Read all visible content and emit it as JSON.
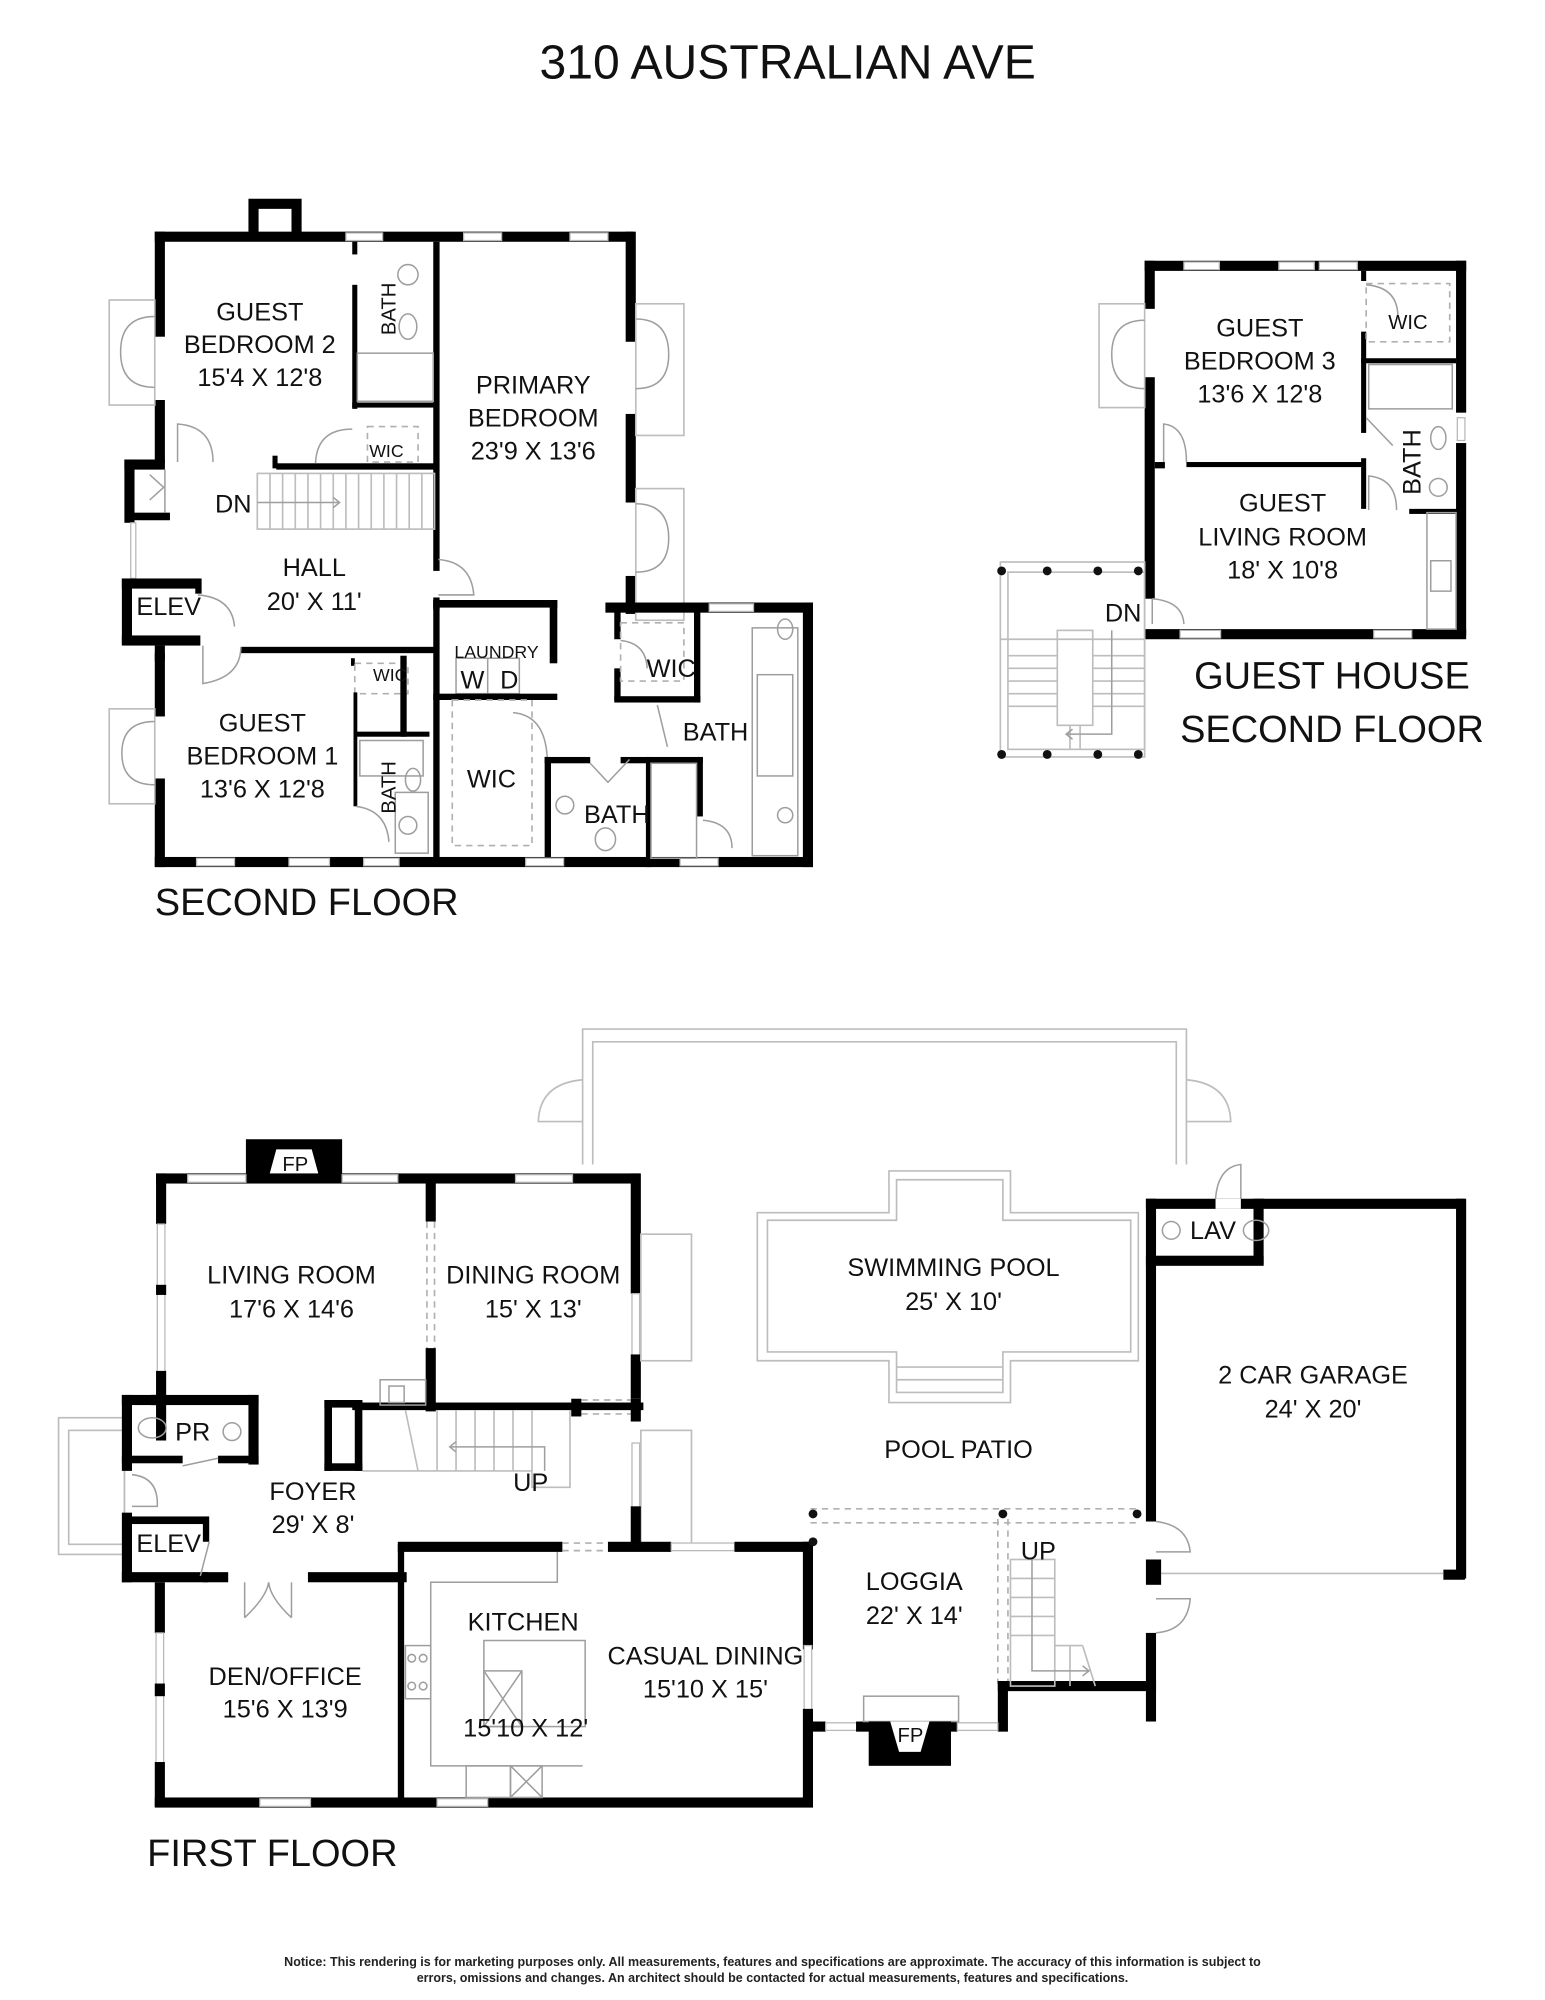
{
  "title": "310 AUSTRALIAN AVE",
  "floors": {
    "second_floor": {
      "label": "SECOND FLOOR",
      "rooms": {
        "guest_bedroom_2": {
          "name_line1": "GUEST",
          "name_line2": "BEDROOM 2",
          "dims": "15'4 X 12'8"
        },
        "bath_a": {
          "name": "BATH"
        },
        "wic_a": {
          "name": "WIC"
        },
        "primary_bedroom": {
          "name_line1": "PRIMARY",
          "name_line2": "BEDROOM",
          "dims": "23'9 X 13'6"
        },
        "hall": {
          "name": "HALL",
          "dims": "20' X 11'"
        },
        "stairs_dn": {
          "name": "DN"
        },
        "elev": {
          "name": "ELEV"
        },
        "laundry": {
          "name": "LAUNDRY",
          "washer": "W",
          "dryer": "D"
        },
        "wic_b": {
          "name": "WIC"
        },
        "wic_c": {
          "name": "WIC"
        },
        "wic_d": {
          "name": "WIC"
        },
        "bath_b": {
          "name": "BATH"
        },
        "bath_c": {
          "name": "BATH"
        },
        "bath_d": {
          "name": "BATH"
        },
        "guest_bedroom_1": {
          "name_line1": "GUEST",
          "name_line2": "BEDROOM 1",
          "dims": "13'6 X 12'8"
        }
      }
    },
    "guest_house_second_floor": {
      "label_line1": "GUEST HOUSE",
      "label_line2": "SECOND FLOOR",
      "rooms": {
        "guest_bedroom_3": {
          "name_line1": "GUEST",
          "name_line2": "BEDROOM 3",
          "dims": "13'6 X 12'8"
        },
        "wic": {
          "name": "WIC"
        },
        "bath": {
          "name": "BATH"
        },
        "guest_living_room": {
          "name_line1": "GUEST",
          "name_line2": "LIVING ROOM",
          "dims": "18' X 10'8"
        },
        "stairs_dn": {
          "name": "DN"
        }
      }
    },
    "first_floor": {
      "label": "FIRST FLOOR",
      "rooms": {
        "living_room": {
          "name": "LIVING ROOM",
          "dims": "17'6 X 14'6"
        },
        "fp_living": {
          "name": "FP"
        },
        "dining_room": {
          "name": "DINING ROOM",
          "dims": "15' X 13'"
        },
        "pr": {
          "name": "PR"
        },
        "foyer": {
          "name": "FOYER",
          "dims": "29' X 8'"
        },
        "stairs_up": {
          "name": "UP"
        },
        "elev": {
          "name": "ELEV"
        },
        "den_office": {
          "name": "DEN/OFFICE",
          "dims": "15'6 X 13'9"
        },
        "kitchen": {
          "name": "KITCHEN",
          "dims": "15'10 X 12'"
        },
        "casual_dining": {
          "name": "CASUAL DINING",
          "dims": "15'10 X 15'"
        },
        "swimming_pool": {
          "name": "SWIMMING POOL",
          "dims": "25' X 10'"
        },
        "pool_patio": {
          "name": "POOL PATIO"
        },
        "loggia": {
          "name": "LOGGIA",
          "dims": "22' X 14'"
        },
        "loggia_stairs_up": {
          "name": "UP"
        },
        "fp_loggia": {
          "name": "FP"
        },
        "lav": {
          "name": "LAV"
        },
        "garage": {
          "name": "2 CAR GARAGE",
          "dims": "24' X 20'"
        }
      }
    }
  },
  "notice": {
    "line1": "Notice: This rendering is for marketing purposes only. All measurements, features and specifications are approximate. The accuracy of this information is subject to",
    "line2": "errors, omissions and changes. An architect should be contacted for actual measurements, features and specifications."
  }
}
